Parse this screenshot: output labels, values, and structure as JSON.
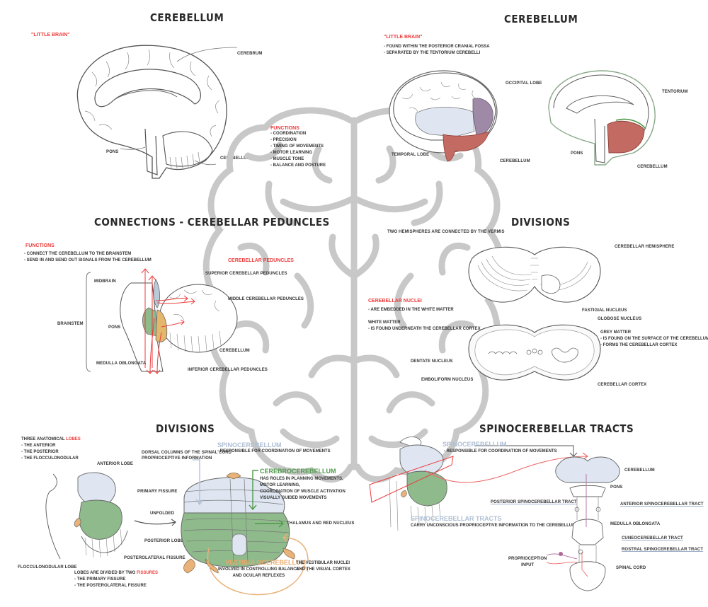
{
  "colors": {
    "accent_red": "#ee3b3b",
    "spino_blue": "#dfe6f2",
    "spino_text": "#aebfd4",
    "cerebro_green": "#8fba8c",
    "cerebro_text": "#4f9a4a",
    "vestibulo_orange": "#e9b27a",
    "occipital_purple": "#9e8aa6",
    "cerebellum_red": "#c36b62",
    "watermark_grey": "#c8c8c8"
  },
  "panel_top_left": {
    "title": "Cerebellum",
    "subtitle": "\"Little brain\"",
    "labels": {
      "cerebrum": "Cerebrum",
      "pons": "Pons",
      "cerebellum": "Cerebellum"
    }
  },
  "functions_box": {
    "heading": "Functions",
    "items": [
      "Coordination",
      "Precision",
      "Timing of movements",
      "Motor learning",
      "Muscle tone",
      "Balance and posture"
    ]
  },
  "panel_top_right": {
    "title": "Cerebellum",
    "subtitle": "\"Little brain\"",
    "notes": [
      "Found within the posterior cranial fossa",
      "Separated by the tentorium cerebelli"
    ],
    "labels": {
      "occipital_lobe": "Occipital lobe",
      "temporal_lobe": "Temporal lobe",
      "cerebellum_1": "Cerebellum",
      "tentorium": "Tentorium",
      "pons": "Pons",
      "cerebellum_2": "Cerebellum"
    }
  },
  "panel_mid_left": {
    "title": "Connections - Cerebellar peduncles",
    "functions_heading": "Functions",
    "functions": [
      "Connect the cerebellum to the brainstem",
      "Send in and send out signals from the cerebellum"
    ],
    "peduncles_heading": "Cerebellar peduncles",
    "labels": {
      "midbrain": "Midbrain",
      "brainstem": "Brainstem",
      "pons": "Pons",
      "medulla": "Medulla oblongata",
      "superior": "Superior cerebellar peduncles",
      "middle": "Middle cerebellar peduncles",
      "cerebellum": "Cerebellum",
      "inferior": "Inferior cerebellar peduncles"
    }
  },
  "panel_mid_right": {
    "title": "Divisions",
    "vermis_note": "Two hemispheres are connected by the vermis",
    "nuclei_heading": "Cerebellar nuclei",
    "nuclei_note": "Are embedded in the white matter",
    "white_heading": "White matter",
    "white_note": "Is found underneath the cerebellar cortex",
    "grey_heading": "Grey matter",
    "grey_notes": [
      "Is found on the surface of the cerebellum",
      "Forms the cerebellar cortex"
    ],
    "labels": {
      "hemisphere": "Cerebellar hemisphere",
      "fastigial": "Fastigial nucleus",
      "globose": "Globose nucleus",
      "dentate": "Dentate nucleus",
      "emboliform": "Emboliform nucleus",
      "cortex": "Cerebellar cortex"
    }
  },
  "panel_bottom_left": {
    "title": "Divisions",
    "lobes_intro": "Three anatomical",
    "lobes_word": "lobes",
    "lobes": [
      "The anterior",
      "The posterior",
      "The flocculonodular"
    ],
    "fissures_intro": "Lobes are divided by two",
    "fissures_word": "fissures",
    "fissures": [
      "The primary fissure",
      "The posterolateral fissure"
    ],
    "labels": {
      "anterior_lobe": "Anterior lobe",
      "primary_fissure": "Primary fissure",
      "unfolded": "Unfolded",
      "posterior_lobe": "Posterior lobe",
      "posterolateral_fissure": "Posterolateral fissure",
      "flocculonodular_lobe": "Flocculonodular lobe",
      "dorsal_columns": "Dorsal columns of the spinal cord",
      "proprioceptive": "Proprioceptive information",
      "thalamus": "Thalamus and red nucleus",
      "vestibular_nuclei": "The vestibular nuclei",
      "visual_cortex": "and the visual cortex"
    },
    "spino_heading": "Spinocerebellum",
    "spino_note": "Responsible for coordination of movements",
    "cerebro_heading": "Cerebrocerebellum",
    "cerebro_notes": [
      "Has roles in planning movements,",
      "motor learning,",
      "coordination of muscle activation",
      "visually guided movements"
    ],
    "vestibulo_heading": "Vestibulocerebellum",
    "vestibulo_notes": [
      "Involved in controlling balance",
      "and ocular reflexes"
    ]
  },
  "panel_bottom_right": {
    "title": "Spinocerebellar tracts",
    "spino_heading": "Spinocerebellum",
    "spino_note": "Responsible for coordination of movements",
    "tracts_heading": "Spinocerebellar tracts",
    "tracts_note": "Carry unconscious proprioceptive information to the cerebellum",
    "labels": {
      "cerebellum": "Cerebellum",
      "pons": "Pons",
      "posterior_tract": "Posterior spinocerebellar tract",
      "anterior_tract": "Anterior spinocerebellar tract",
      "medulla": "Medulla oblongata",
      "cuneo_tract": "Cuneocerebellar tract",
      "rostral_tract": "Rostral spinocerebellar tract",
      "proprio_input_1": "Proprioception",
      "proprio_input_2": "input",
      "spinal_cord": "Spinal cord"
    }
  }
}
